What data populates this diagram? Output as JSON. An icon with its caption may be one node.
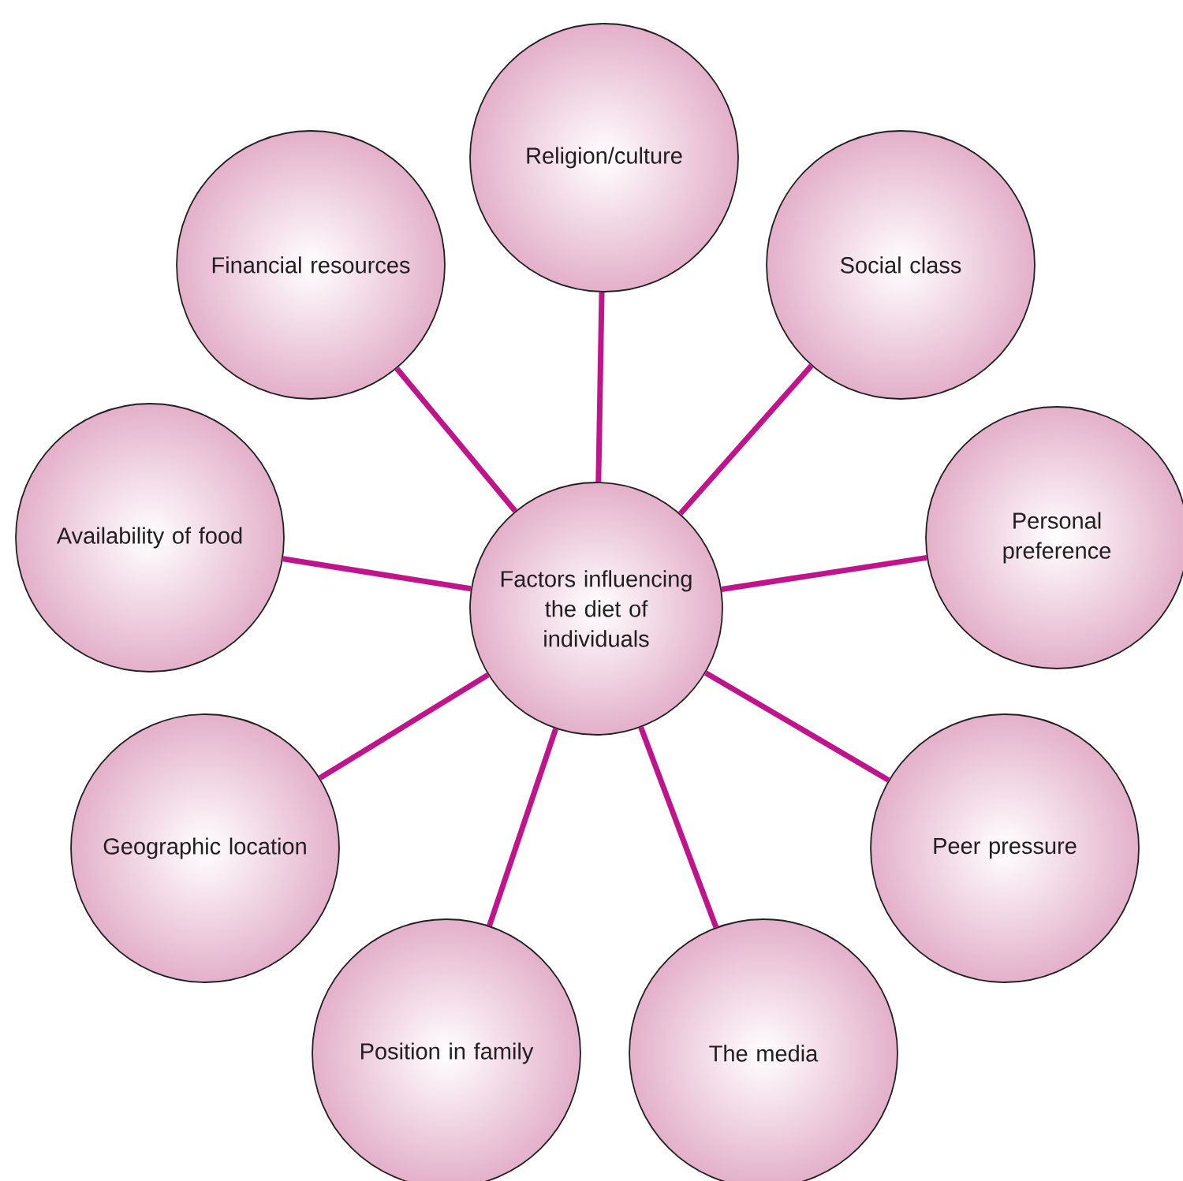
{
  "diagram": {
    "nodes": [
      {
        "text": [
          "Religion/culture"
        ]
      },
      {
        "text": [
          "Financial resources"
        ]
      },
      {
        "text": [
          "Social class"
        ]
      },
      {
        "text": [
          "Availability of food"
        ]
      },
      {
        "text": [
          "Factors influencing the diet of individuals"
        ]
      },
      {
        "text": [
          "Personal preference"
        ]
      },
      {
        "text": [
          "Geographic location"
        ]
      },
      {
        "text": [
          "Peer pressure"
        ]
      },
      {
        "text": [
          "Position in family"
        ]
      },
      {
        "text": [
          "The media"
        ]
      }
    ],
    "edges": [
      {
        "from": 4,
        "to": 0,
        "arrow": "none"
      },
      {
        "from": 4,
        "to": 2,
        "arrow": "none"
      },
      {
        "from": 4,
        "to": 5,
        "arrow": "none"
      },
      {
        "from": 4,
        "to": 7,
        "arrow": "none"
      },
      {
        "from": 4,
        "to": 9,
        "arrow": "none"
      },
      {
        "from": 4,
        "to": 8,
        "arrow": "none"
      },
      {
        "from": 4,
        "to": 6,
        "arrow": "none"
      },
      {
        "from": 4,
        "to": 3,
        "arrow": "none"
      },
      {
        "from": 4,
        "to": 1,
        "arrow": "none"
      }
    ]
  }
}
